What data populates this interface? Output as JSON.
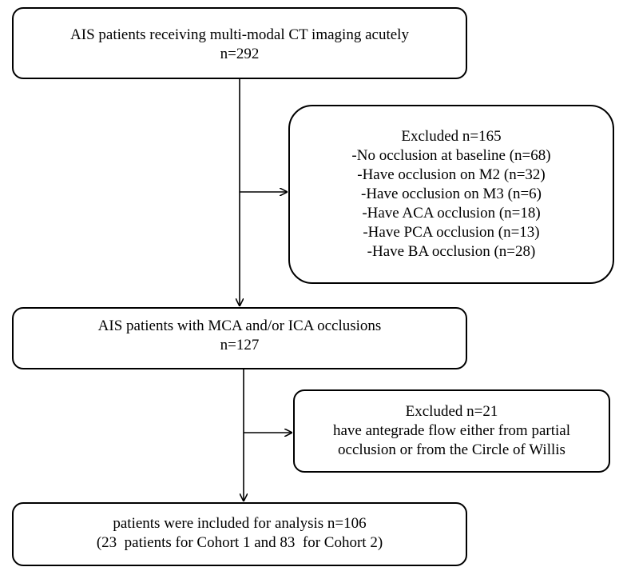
{
  "nodes": {
    "start": {
      "lines": [
        "AIS patients receiving multi-modal CT imaging acutely",
        "n=292"
      ]
    },
    "excluded_1": {
      "lines": [
        "Excluded n=165",
        "-No occlusion at baseline (n=68)",
        "-Have occlusion on M2 (n=32)",
        "-Have occlusion on M3 (n=6)",
        "-Have ACA occlusion (n=18)",
        "-Have PCA occlusion (n=13)",
        "-Have BA occlusion (n=28)"
      ]
    },
    "occlusions": {
      "lines": [
        "AIS patients with MCA and/or ICA occlusions",
        "n=127"
      ]
    },
    "excluded_2": {
      "lines": [
        "Excluded n=21",
        "have antegrade flow either from partial",
        "occlusion or from the Circle of Willis"
      ]
    },
    "included": {
      "lines": [
        "patients were included for analysis n=106",
        "(23  patients for Cohort 1 and 83  for Cohort 2)"
      ]
    }
  },
  "colors": {
    "stroke": "#000000",
    "background": "#ffffff"
  }
}
